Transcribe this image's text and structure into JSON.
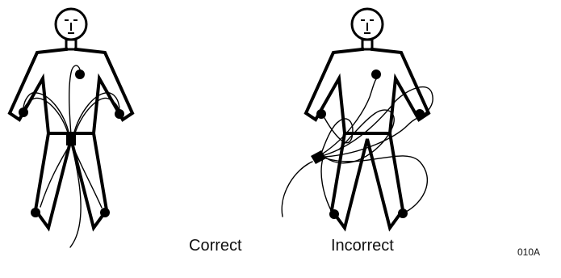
{
  "figures": [
    {
      "id": "correct",
      "caption": "Correct"
    },
    {
      "id": "incorrect",
      "caption": "Incorrect"
    }
  ],
  "figure_code": "010A",
  "colors": {
    "line": "#000000",
    "background": "#ffffff"
  }
}
